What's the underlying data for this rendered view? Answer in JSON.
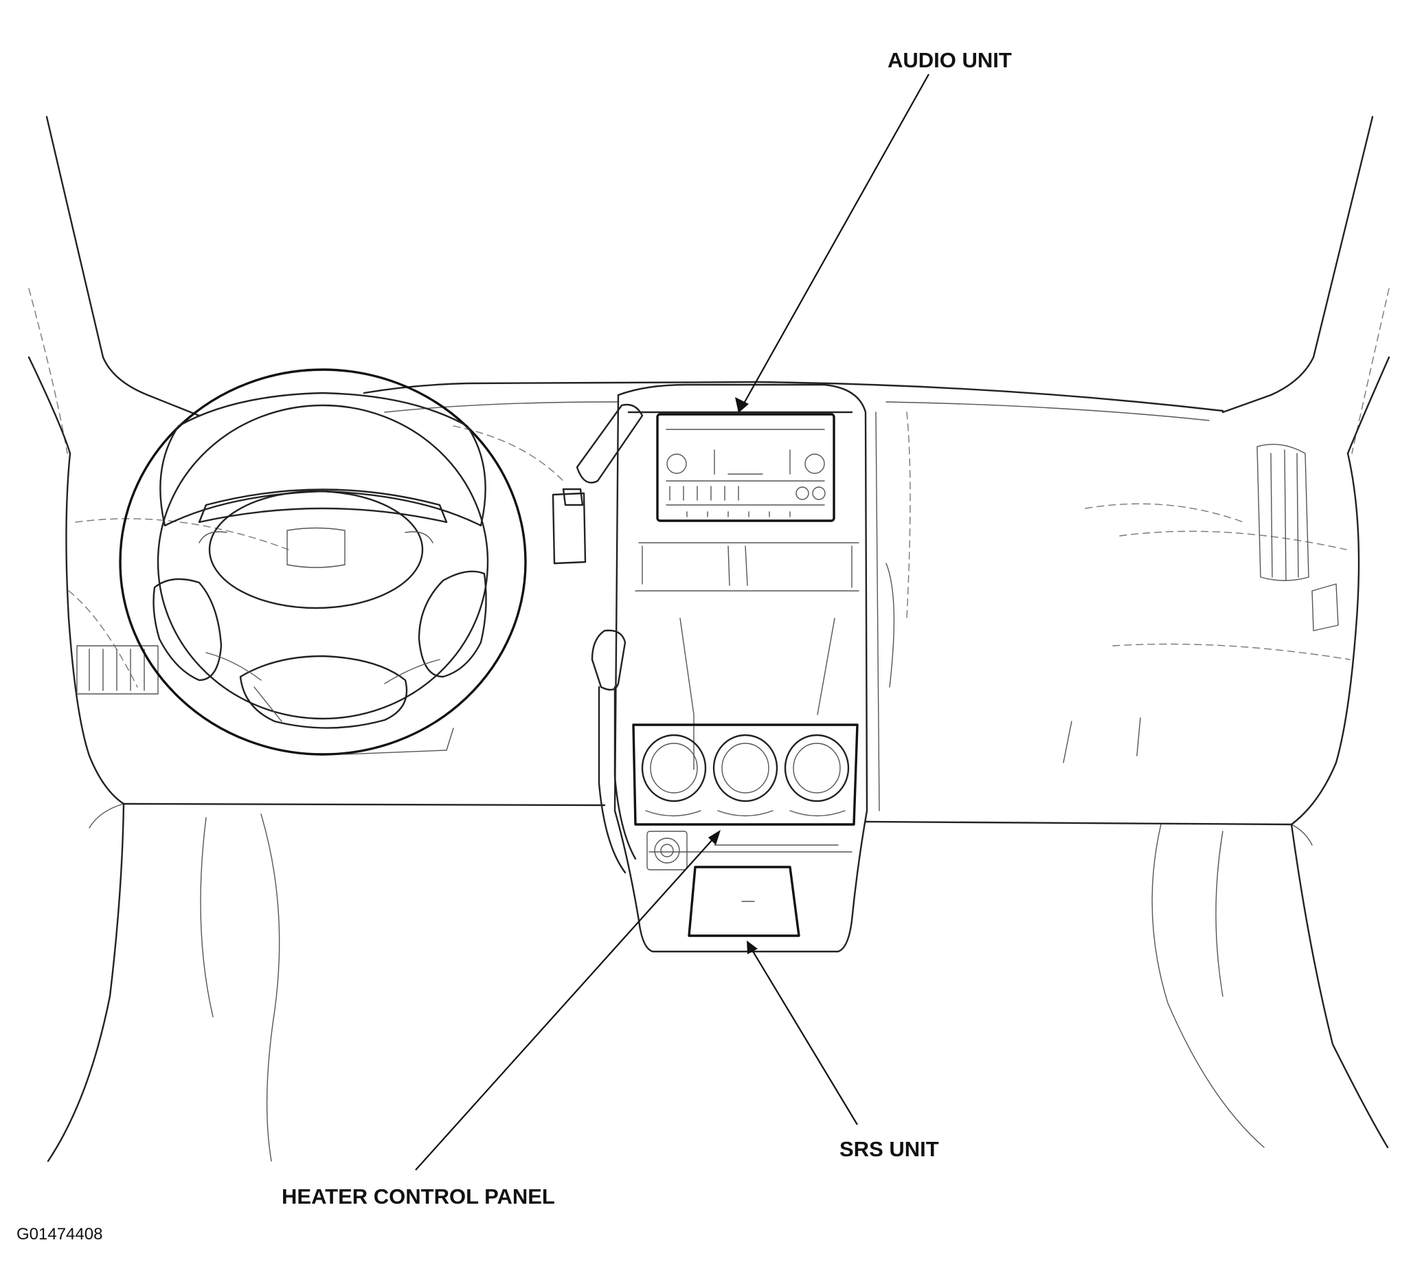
{
  "labels": {
    "audio_unit": "AUDIO UNIT",
    "heater_control_panel": "HEATER CONTROL PANEL",
    "srs_unit": "SRS UNIT"
  },
  "figure_id": "G01474408"
}
